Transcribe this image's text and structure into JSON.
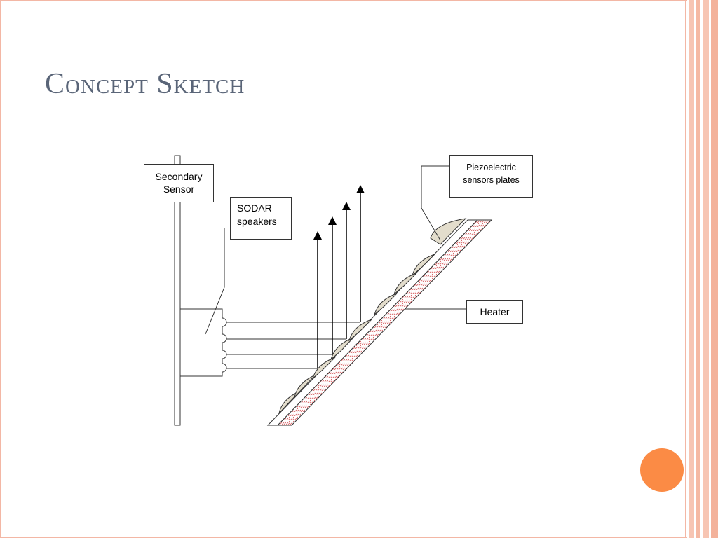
{
  "slide": {
    "title": "Concept Sketch"
  },
  "diagram": {
    "labels": {
      "secondary_sensor": [
        "Secondary",
        "Sensor"
      ],
      "sodar_speakers": [
        "SODAR",
        "speakers"
      ],
      "piezo_plates": [
        "Piezoelectric",
        "sensors plates"
      ],
      "heater": "Heater"
    }
  },
  "colors": {
    "title": "#5a6578",
    "frame": "#f3b7a5",
    "accent_circle": "#fb8b45",
    "heater_hatch": "#d9686a",
    "piezo_plate_fill": "#e3ddcc"
  }
}
